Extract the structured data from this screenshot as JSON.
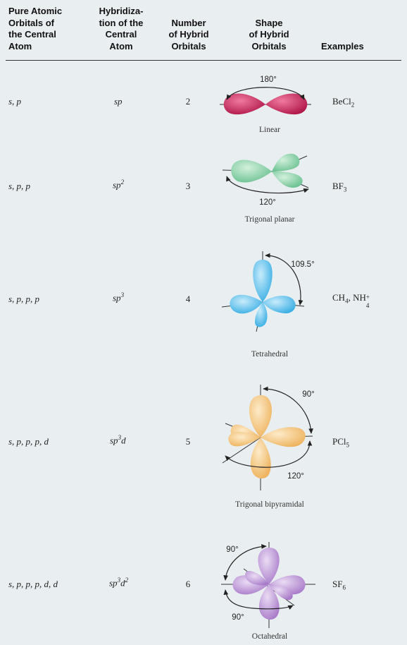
{
  "headers": {
    "pure_orbitals": [
      "Pure Atomic",
      "Orbitals of",
      "the Central",
      "Atom"
    ],
    "hybridization": [
      "Hybridiza-",
      "tion of the",
      "Central",
      "Atom"
    ],
    "number": [
      "Number",
      "of Hybrid",
      "Orbitals"
    ],
    "shape": [
      "Shape",
      "of Hybrid",
      "Orbitals"
    ],
    "examples": "Examples"
  },
  "rows": [
    {
      "orbitals": "s, p",
      "hyb_base": "sp",
      "hyb_sup1": "",
      "hyb_mid": "",
      "hyb_sup2": "",
      "number": "2",
      "shape": "Linear",
      "ex1": "BeCl",
      "ex1_sub": "2",
      "ex2": "",
      "ex2_sub": "",
      "ex2_sup": "",
      "angles": [
        "180°"
      ],
      "color": "#cc2a5a"
    },
    {
      "orbitals": "s, p, p",
      "hyb_base": "sp",
      "hyb_sup1": "2",
      "hyb_mid": "",
      "hyb_sup2": "",
      "number": "3",
      "shape": "Trigonal planar",
      "ex1": "BF",
      "ex1_sub": "3",
      "ex2": "",
      "ex2_sub": "",
      "ex2_sup": "",
      "angles": [
        "120°"
      ],
      "color": "#8fd4a8"
    },
    {
      "orbitals": "s, p, p, p",
      "hyb_base": "sp",
      "hyb_sup1": "3",
      "hyb_mid": "",
      "hyb_sup2": "",
      "number": "4",
      "shape": "Tetrahedral",
      "ex1": "CH",
      "ex1_sub": "4",
      "ex2": ", NH",
      "ex2_sub": "4",
      "ex2_sup": "+",
      "angles": [
        "109.5°"
      ],
      "color": "#6cc4ee"
    },
    {
      "orbitals": "s, p, p, p, d",
      "hyb_base": "sp",
      "hyb_sup1": "3",
      "hyb_mid": "d",
      "hyb_sup2": "",
      "number": "5",
      "shape": "Trigonal bipyramidal",
      "ex1": "PCl",
      "ex1_sub": "5",
      "ex2": "",
      "ex2_sub": "",
      "ex2_sup": "",
      "angles": [
        "90°",
        "120°"
      ],
      "color": "#f4c98a"
    },
    {
      "orbitals": "s, p, p, p, d, d",
      "hyb_base": "sp",
      "hyb_sup1": "3",
      "hyb_mid": "d",
      "hyb_sup2": "2",
      "number": "6",
      "shape": "Octahedral",
      "ex1": "SF",
      "ex1_sub": "6",
      "ex2": "",
      "ex2_sub": "",
      "ex2_sup": "",
      "angles": [
        "90°",
        "90°"
      ],
      "color": "#c5a3dc"
    }
  ]
}
